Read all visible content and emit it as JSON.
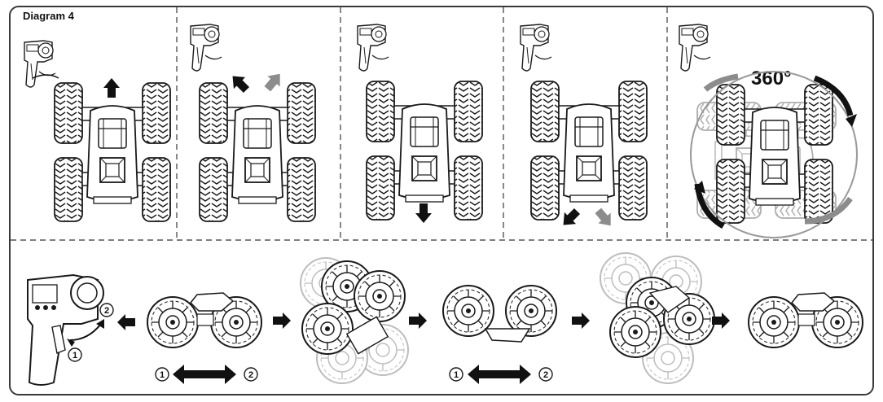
{
  "diagram": {
    "title": "Diagram 4",
    "rotation_label": "360°",
    "step_one": "①",
    "step_two": "②",
    "colors": {
      "line": "#1a1a1a",
      "arrow_dark": "#111111",
      "arrow_gray": "#8c8c8c",
      "light_wheel": "#bdbdbd"
    }
  }
}
